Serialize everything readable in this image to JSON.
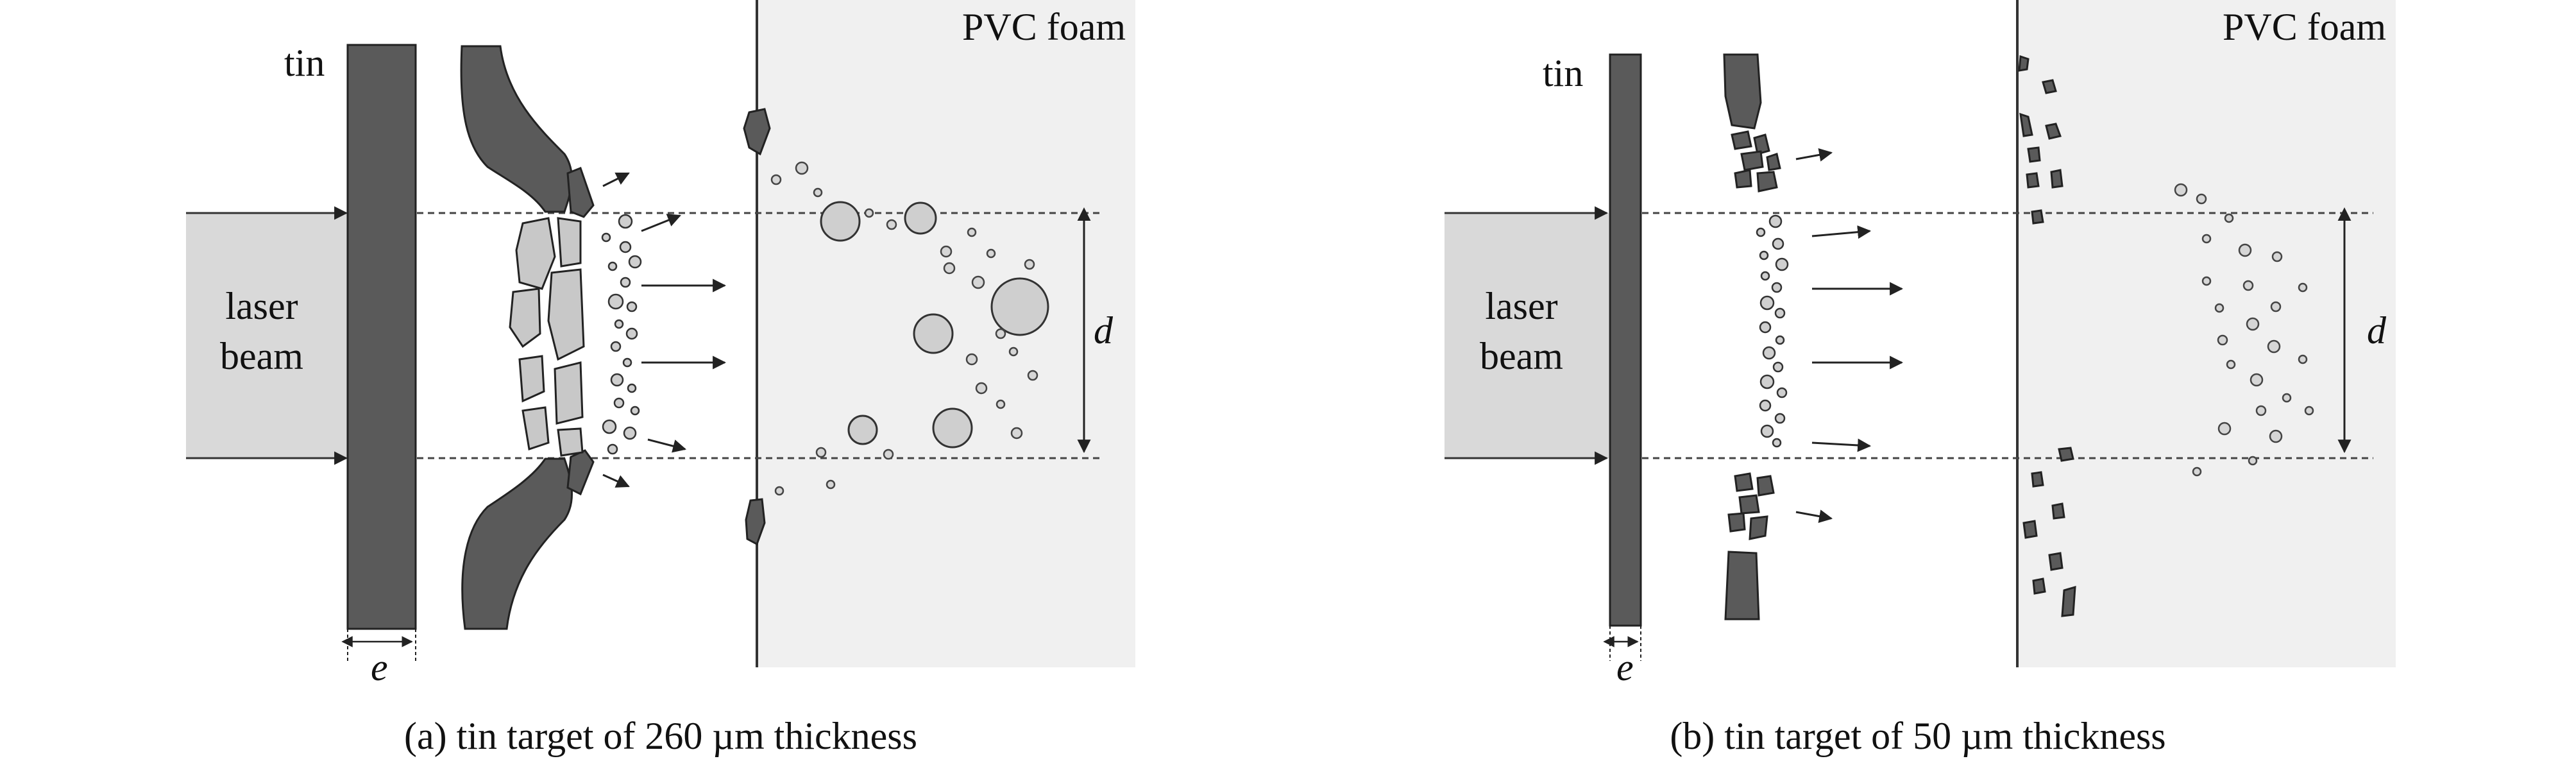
{
  "panels": [
    {
      "id": "a",
      "caption": "(a) tin target of 260 µm thickness",
      "labels": {
        "tin": "tin",
        "foam": "PVC foam",
        "laser": [
          "laser",
          "beam"
        ],
        "d": "d",
        "e": "e"
      }
    },
    {
      "id": "b",
      "caption": "(b) tin target of 50 µm thickness",
      "labels": {
        "tin": "tin",
        "foam": "PVC foam",
        "laser": [
          "laser",
          "beam"
        ],
        "d": "d",
        "e": "e"
      }
    }
  ],
  "colors": {
    "tin": "#5a5a5a",
    "foam": "#f0f0f0",
    "beam": "#d9d9d9",
    "fragment": "#c8c8c8",
    "line": "#333333"
  }
}
